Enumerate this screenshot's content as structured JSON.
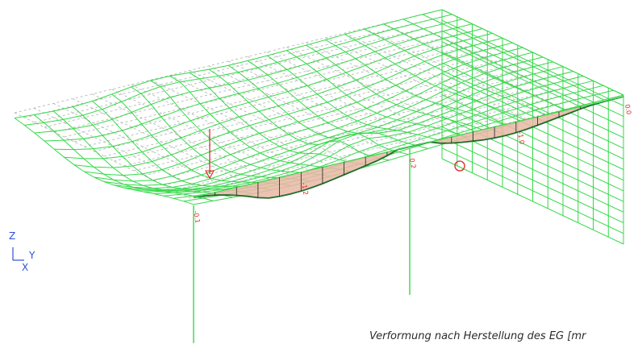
{
  "caption": "Verformung nach Herstellung des EG [mr",
  "axes": {
    "z": "Z",
    "y": "Y",
    "x": "X"
  },
  "deflection_labels": [
    "-0.1",
    "-1.2",
    "0.2",
    "-1.0",
    "0.0"
  ],
  "colors": {
    "mesh": "#36d84a",
    "undeformed_mesh": "#b8b8b8",
    "deflection_fill": "#e9b7a6",
    "deflection_line": "#1f6d2a",
    "load_arrow": "#e02020",
    "label_text": "#e02020",
    "axis": "#2d4fd8"
  }
}
